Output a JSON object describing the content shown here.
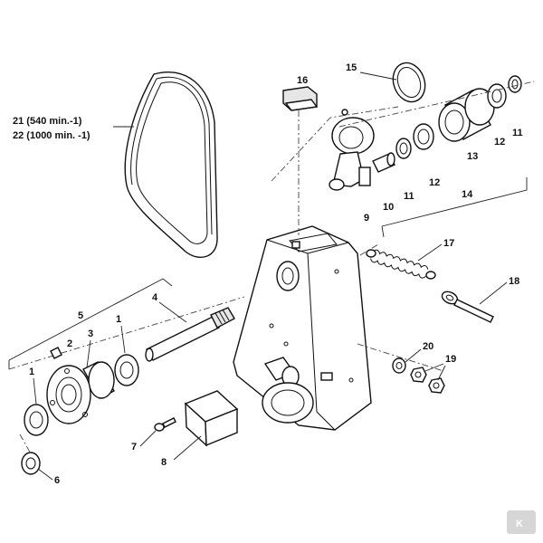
{
  "diagram": {
    "belt_labels": [
      "21  (540 min.-1)",
      "22  (1000 min. -1)"
    ],
    "callouts": {
      "c1a": "1",
      "c1b": "1",
      "c2": "2",
      "c3": "3",
      "c4": "4",
      "c5": "5",
      "c6": "6",
      "c7": "7",
      "c8": "8",
      "c9": "9",
      "c10": "10",
      "c11a": "11",
      "c11b": "11",
      "c12a": "12",
      "c12b": "12",
      "c13": "13",
      "c14": "14",
      "c15": "15",
      "c16": "16",
      "c17": "17",
      "c18": "18",
      "c19": "19",
      "c20": "20"
    },
    "logo_letter": "K"
  },
  "colors": {
    "ink": "#111111",
    "logo_bg": "#d6d6d6"
  }
}
